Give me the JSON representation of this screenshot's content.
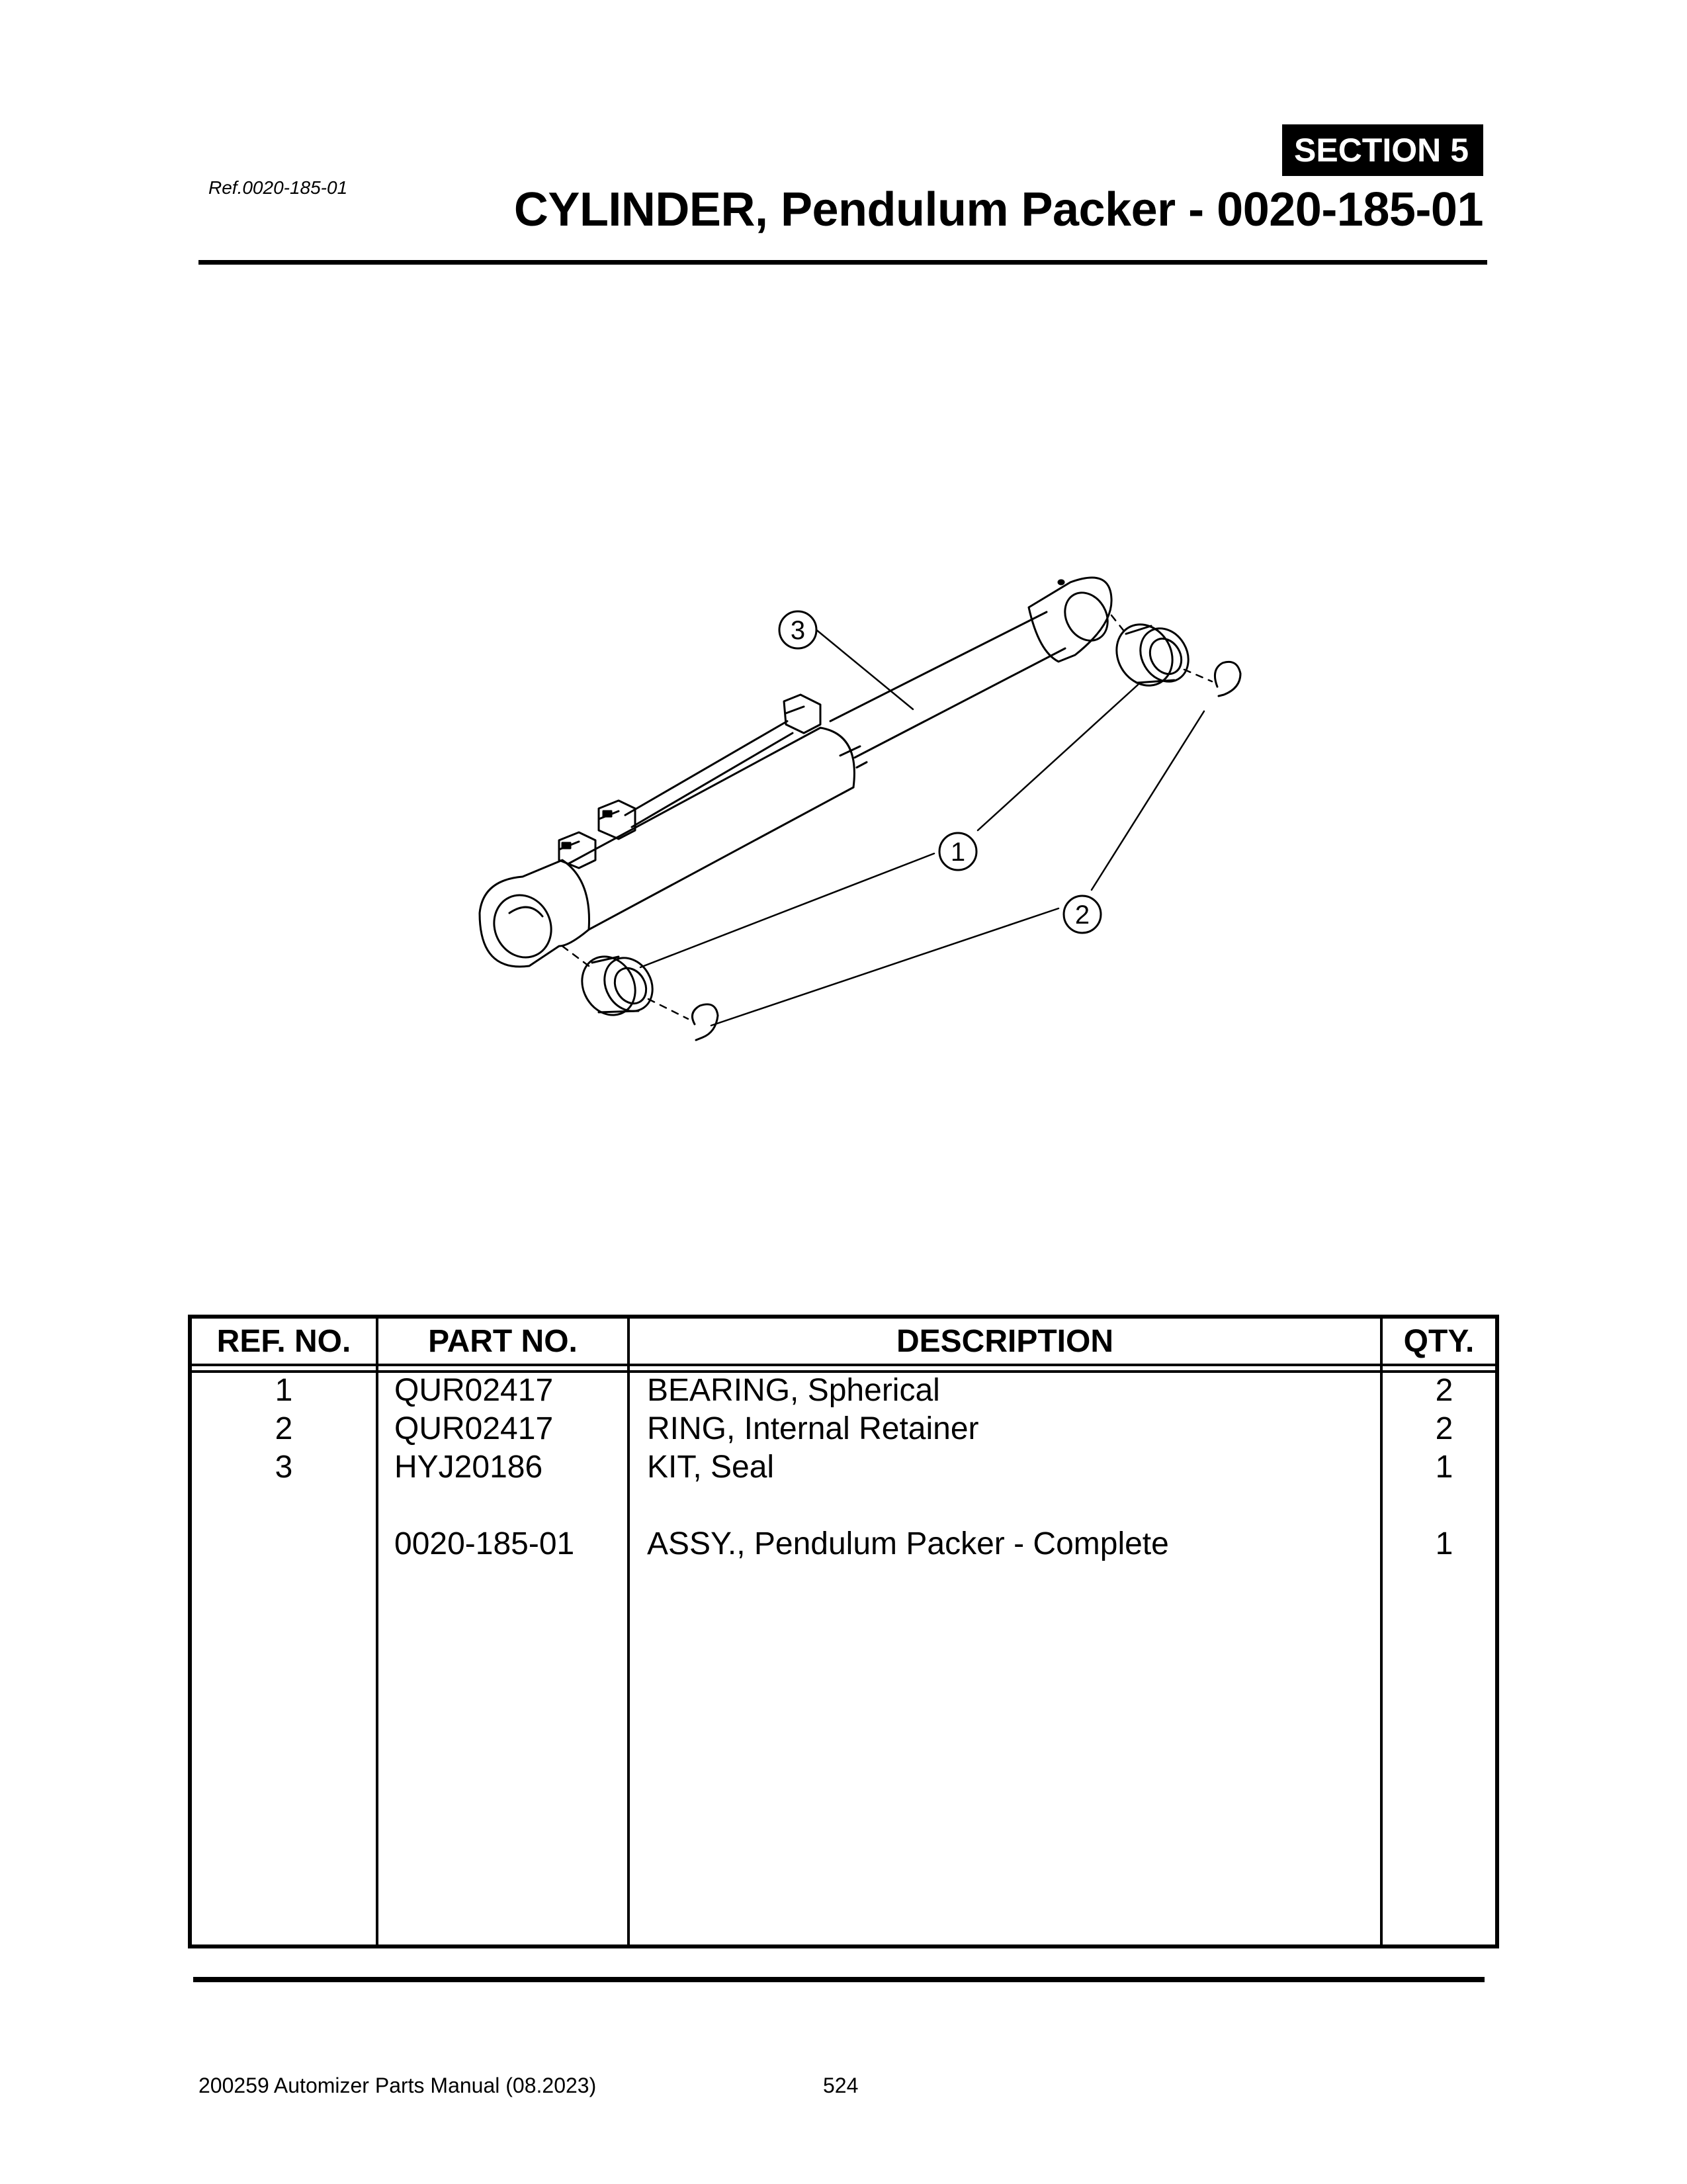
{
  "header": {
    "section_label": "SECTION",
    "section_number": "5",
    "ref": "Ref.0020-185-01",
    "title": "CYLINDER, Pendulum Packer - 0020-185-01"
  },
  "diagram": {
    "callouts": [
      "1",
      "2",
      "3"
    ]
  },
  "table": {
    "headers": {
      "ref": "REF. NO.",
      "part": "PART NO.",
      "description": "DESCRIPTION",
      "qty": "QTY."
    },
    "rows": [
      {
        "ref": "1",
        "part": "QUR02417",
        "description": "BEARING, Spherical",
        "qty": "2"
      },
      {
        "ref": "2",
        "part": "QUR02417",
        "description": "RING, Internal Retainer",
        "qty": "2"
      },
      {
        "ref": "3",
        "part": "HYJ20186",
        "description": "KIT, Seal",
        "qty": "1"
      },
      {
        "ref": "",
        "part": "0020-185-01",
        "description": "ASSY., Pendulum Packer - Complete",
        "qty": "1"
      }
    ]
  },
  "footer": {
    "manual": "200259 Automizer Parts Manual (08.2023)",
    "page": "524"
  }
}
